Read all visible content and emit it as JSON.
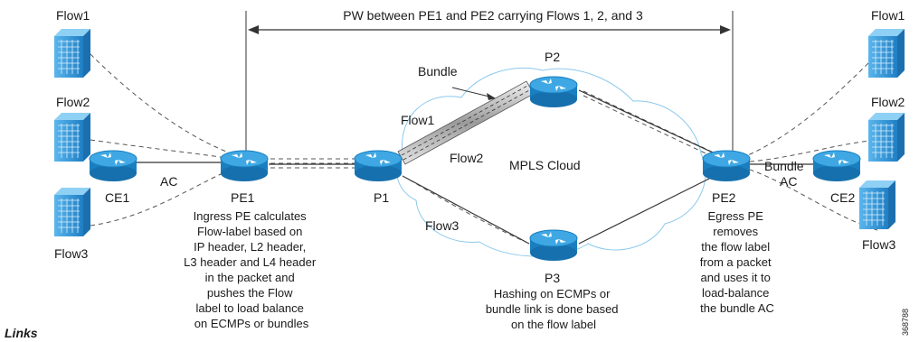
{
  "header": {
    "pw_label": "PW between PE1 and PE2 carrying Flows 1, 2, and 3"
  },
  "nodes": {
    "ce1": "CE1",
    "pe1": "PE1",
    "p1": "P1",
    "p2": "P2",
    "p3": "P3",
    "pe2": "PE2",
    "ce2": "CE2"
  },
  "flows": {
    "left": [
      "Flow1",
      "Flow2",
      "Flow3"
    ],
    "right": [
      "Flow1",
      "Flow2",
      "Flow3"
    ]
  },
  "labels": {
    "ac_left": "AC",
    "ac_right": "AC",
    "bundle_top": "Bundle",
    "bundle_right": "Bundle",
    "flow1_link": "Flow1",
    "flow2_link": "Flow2",
    "flow3_link": "Flow3",
    "mpls_cloud": "MPLS Cloud"
  },
  "descriptions": {
    "ingress": [
      "Ingress PE calculates",
      "Flow-label based on",
      "IP header, L2 header,",
      "L3 header and L4 header",
      "in the packet and",
      "pushes the Flow",
      "label to load balance",
      "on ECMPs or bundles"
    ],
    "hashing": [
      "Hashing on ECMPs or",
      "bundle link is done based",
      "on the flow label"
    ],
    "egress": [
      "Egress PE",
      "removes",
      "the flow label",
      "from a packet",
      "and uses it to",
      "load-balance",
      "the bundle AC"
    ]
  },
  "footer": {
    "links_label": "Links"
  },
  "figure_id": "368788",
  "colors": {
    "router_fill": "#1a8fd0",
    "router_top": "#4fb3e8",
    "server_fill": "#2b8fd6",
    "cloud_stroke": "#7ec3ea",
    "line": "#333333"
  }
}
